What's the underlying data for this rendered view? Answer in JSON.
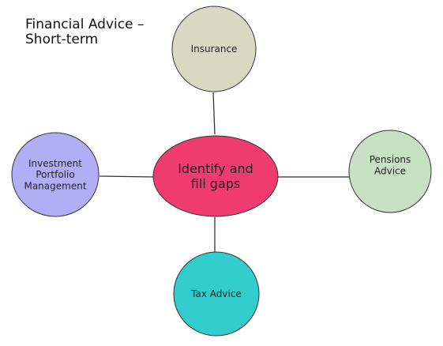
{
  "title": {
    "line1": "Financial Advice –",
    "line2": "Short-term"
  },
  "nodes": {
    "center": {
      "lines": [
        "Identify and",
        "fill gaps"
      ],
      "color": "#f03a72"
    },
    "insurance": {
      "lines": [
        "Insurance"
      ],
      "color": "#d8d8c3"
    },
    "pensions": {
      "lines": [
        "Pensions",
        "Advice"
      ],
      "color": "#c8e0c4"
    },
    "investment": {
      "lines": [
        "Investment",
        "Portfolio",
        "Management"
      ],
      "color": "#b3adf5"
    },
    "tax": {
      "lines": [
        "Tax Advice"
      ],
      "color": "#33cccc"
    }
  },
  "colors": {
    "outline": "#333333",
    "connector": "#333333"
  }
}
